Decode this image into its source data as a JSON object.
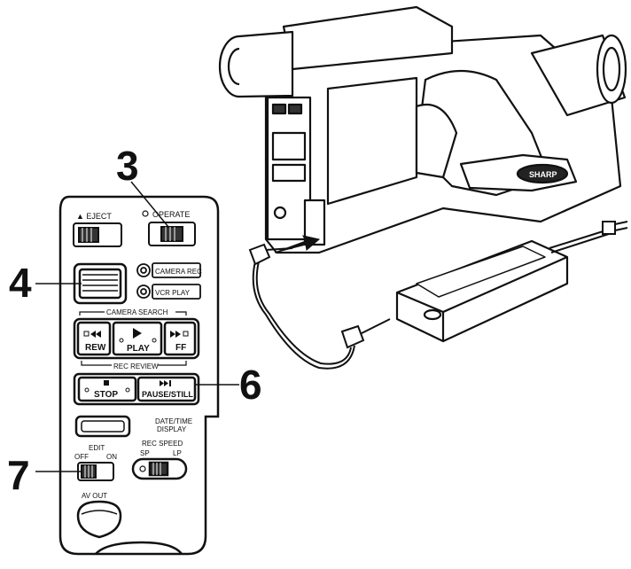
{
  "callouts": {
    "c3": "3",
    "c4": "4",
    "c6": "6",
    "c7": "7"
  },
  "panel": {
    "eject": "▲ EJECT",
    "operate": "OPERATE",
    "camera_rec": "CAMERA REC",
    "vcr_play": "VCR PLAY",
    "camera_search": "CAMERA SEARCH",
    "rew": "REW",
    "play": "PLAY",
    "ff": "FF",
    "rec_review": "REC REVIEW",
    "stop": "STOP",
    "pause_still": "PAUSE/STILL",
    "date_time_display_1": "DATE/TIME",
    "date_time_display_2": "DISPLAY",
    "edit": "EDIT",
    "off": "OFF",
    "on": "ON",
    "rec_speed": "REC SPEED",
    "sp": "SP",
    "lp": "LP",
    "av_out": "AV OUT"
  },
  "camera": {
    "brand": "SHARP"
  }
}
